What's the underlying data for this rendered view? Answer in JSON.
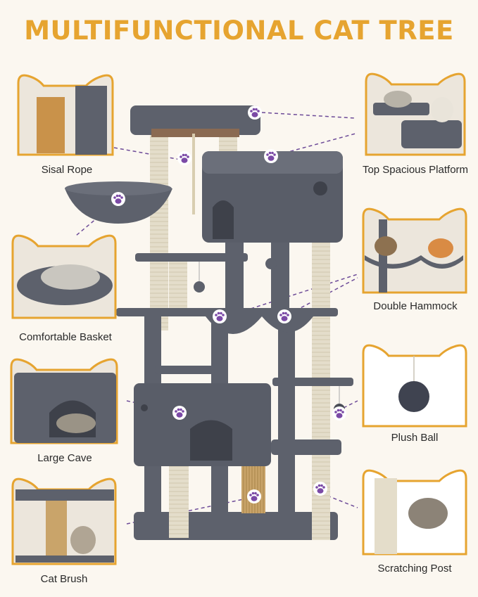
{
  "title": "MULTIFUNCTIONAL CAT TREE",
  "features": [
    {
      "label": "Sisal Rope"
    },
    {
      "label": "Top Spacious Platform"
    },
    {
      "label": "Comfortable Basket"
    },
    {
      "label": "Double Hammock"
    },
    {
      "label": "Large Cave"
    },
    {
      "label": "Plush Ball"
    },
    {
      "label": "Cat Brush"
    },
    {
      "label": "Scratching Post"
    }
  ],
  "colors": {
    "accent": "#e6a430",
    "tree_gray": "#5d616c",
    "sisal": "#e2dccb",
    "paw_marker": "#7b4aa6",
    "background": "#fbf7f0"
  }
}
